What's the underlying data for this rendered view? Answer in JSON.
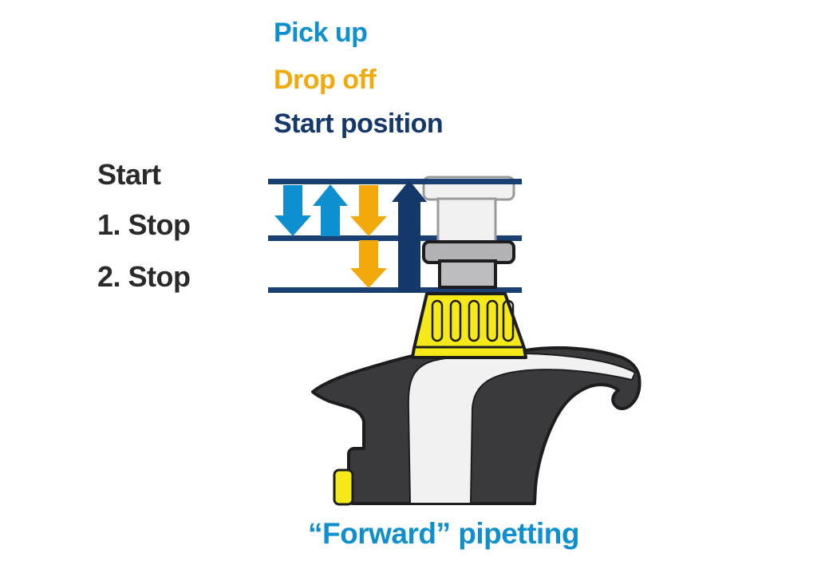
{
  "colors": {
    "background": "#ffffff",
    "lightBlue": "#0e90d0",
    "orange": "#f2a90a",
    "navy": "#15386b",
    "lineNavy": "#1a3f72",
    "labelDark": "#2a2a2a",
    "bodyDark": "#3a3a3c",
    "bodyStroke": "#1d1d1f",
    "yellow": "#f5e91a",
    "collarGray": "#b2b2b4",
    "partWhite": "#f1f1f1",
    "partStroke": "#9a9a9c"
  },
  "legend": {
    "pick_up": "Pick up",
    "drop_off": "Drop off",
    "start_position": "Start position"
  },
  "positions": {
    "start": "Start",
    "first_stop": "1. Stop",
    "second_stop": "2. Stop"
  },
  "caption": "“Forward” pipetting",
  "diagram": {
    "description": "Forward pipetting plunger positions on a single-channel pipette",
    "lines": [
      "Start",
      "1. Stop",
      "2. Stop"
    ],
    "arrows": [
      {
        "name": "pick-up-down-arrow",
        "color": "lightBlue",
        "from": "Start",
        "to": "1. Stop",
        "direction": "down"
      },
      {
        "name": "pick-up-up-arrow",
        "color": "lightBlue",
        "from": "1. Stop",
        "to": "Start",
        "direction": "up"
      },
      {
        "name": "drop-off-upper-arrow",
        "color": "orange",
        "from": "Start",
        "to": "1. Stop",
        "direction": "down"
      },
      {
        "name": "drop-off-lower-arrow",
        "color": "orange",
        "from": "1. Stop",
        "to": "2. Stop",
        "direction": "down"
      },
      {
        "name": "start-position-arrow",
        "color": "navy",
        "from": "2. Stop",
        "to": "Start",
        "direction": "up"
      }
    ]
  }
}
